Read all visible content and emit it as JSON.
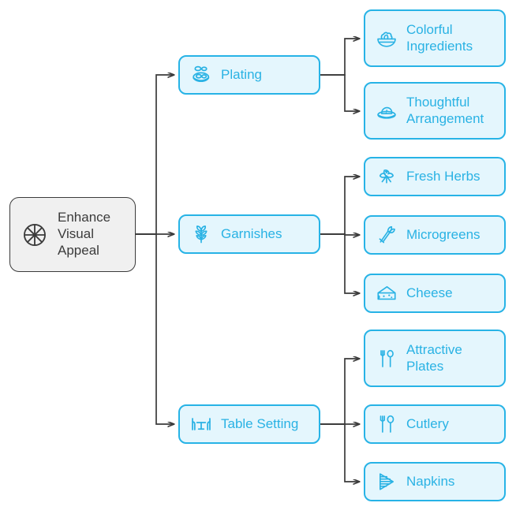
{
  "diagram": {
    "type": "mind-map",
    "orientation": "left-to-right",
    "colors": {
      "root_fill": "#f0f0f0",
      "root_border": "#3b3b3b",
      "root_text": "#3b3b3b",
      "node_fill": "#e4f6fd",
      "node_border": "#27b3e6",
      "node_text": "#29b2e4",
      "edge": "#3b3b3b",
      "background": "#ffffff"
    },
    "root": {
      "label": "Enhance\nVisual\nAppeal",
      "icon": "pinwheel-icon"
    },
    "branches": [
      {
        "label": "Plating",
        "icon": "plates-stack-icon",
        "children": [
          {
            "label": "Colorful\nIngredients",
            "icon": "salad-bowl-icon"
          },
          {
            "label": "Thoughtful\nArrangement",
            "icon": "plated-dish-icon"
          }
        ]
      },
      {
        "label": "Garnishes",
        "icon": "herb-sprig-icon",
        "children": [
          {
            "label": "Fresh Herbs",
            "icon": "clover-leaf-icon"
          },
          {
            "label": "Microgreens",
            "icon": "sprout-stalk-icon"
          },
          {
            "label": "Cheese",
            "icon": "cheese-wedge-icon"
          }
        ]
      },
      {
        "label": "Table Setting",
        "icon": "table-icon",
        "children": [
          {
            "label": "Attractive\nPlates",
            "icon": "fork-spoon-icon"
          },
          {
            "label": "Cutlery",
            "icon": "fork-spoon-icon"
          },
          {
            "label": "Napkins",
            "icon": "folded-napkin-icon"
          }
        ]
      }
    ]
  }
}
